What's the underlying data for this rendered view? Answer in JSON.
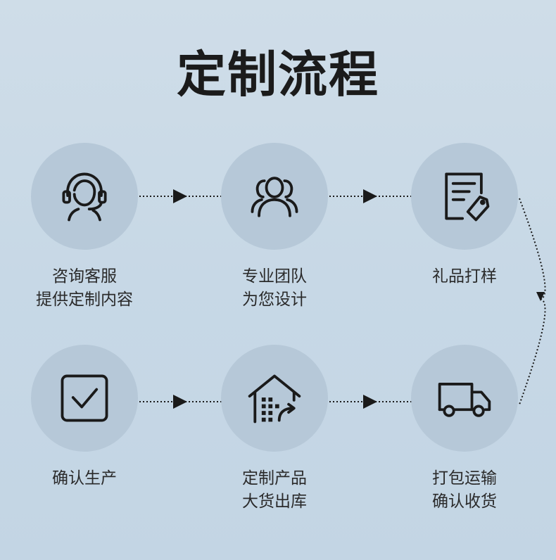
{
  "title": "定制流程",
  "steps": [
    {
      "icon": "customer-service-headset-icon",
      "line1": "咨询客服",
      "line2": "提供定制内容"
    },
    {
      "icon": "team-people-icon",
      "line1": "专业团队",
      "line2": "为您设计"
    },
    {
      "icon": "document-sample-icon",
      "line1": "礼品打样",
      "line2": ""
    },
    {
      "icon": "checkbox-confirm-icon",
      "line1": "确认生产",
      "line2": ""
    },
    {
      "icon": "warehouse-shipping-icon",
      "line1": "定制产品",
      "line2": "大货出库"
    },
    {
      "icon": "delivery-truck-icon",
      "line1": "打包运输",
      "line2": "确认收货"
    }
  ],
  "colors": {
    "circle": "#b6c8d8",
    "icon_stroke": "#1a1a1a",
    "background": "#c9dae7"
  }
}
